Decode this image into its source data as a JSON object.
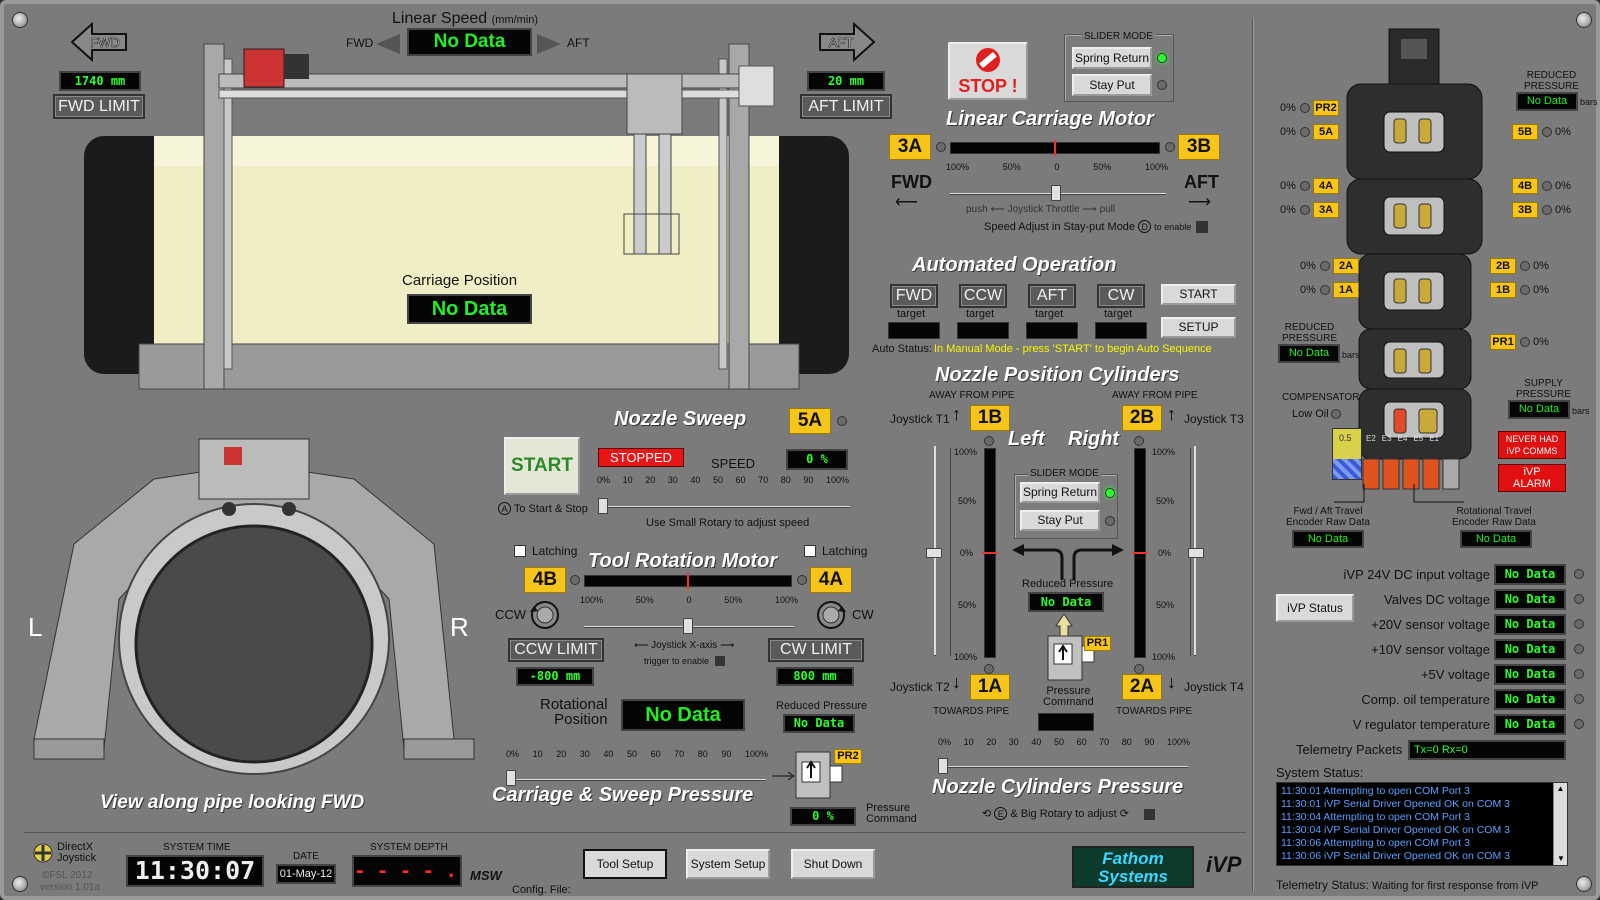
{
  "linear_speed": {
    "label": "Linear Speed",
    "unit": "(mm/min)",
    "fwd": "FWD",
    "aft": "AFT",
    "value": "No Data"
  },
  "fwd_pos": {
    "arrow": "FWD",
    "value": "1740 mm",
    "limit": "FWD LIMIT"
  },
  "aft_pos": {
    "arrow": "AFT",
    "value": "20 mm",
    "limit": "AFT LIMIT"
  },
  "carriage_position": {
    "label": "Carriage Position",
    "value": "No Data"
  },
  "pipe_view": {
    "caption": "View along pipe looking FWD",
    "left": "L",
    "right": "R"
  },
  "stop_button": "STOP !",
  "slider_mode_top": {
    "title": "SLIDER MODE",
    "spring": "Spring Return",
    "stay": "Stay Put"
  },
  "linear_motor": {
    "title": "Linear Carriage Motor",
    "left_tag": "3A",
    "right_tag": "3B",
    "scale": [
      "100%",
      "50%",
      "0",
      "50%",
      "100%"
    ],
    "fwd": "FWD",
    "aft": "AFT",
    "push": "push",
    "throttle": "Joystick Throttle",
    "pull": "pull",
    "speed_adjust": "Speed Adjust in Stay-put Mode",
    "enable_key": "D",
    "to_enable": "to enable"
  },
  "auto_op": {
    "title": "Automated Operation",
    "targets": [
      {
        "label": "FWD",
        "sub": "target"
      },
      {
        "label": "CCW",
        "sub": "target"
      },
      {
        "label": "AFT",
        "sub": "target"
      },
      {
        "label": "CW",
        "sub": "target"
      }
    ],
    "start": "START",
    "setup": "SETUP",
    "status_label": "Auto Status:",
    "status_text": "In Manual Mode - press 'START' to begin Auto Sequence"
  },
  "nozzle_sweep": {
    "title": "Nozzle Sweep",
    "tag": "5A",
    "start": "START",
    "state": "STOPPED",
    "speed_label": "SPEED",
    "speed_value": "0 %",
    "scale": [
      "0%",
      "10",
      "20",
      "30",
      "40",
      "50",
      "60",
      "70",
      "80",
      "90",
      "100%"
    ],
    "start_hint_key": "A",
    "start_hint": "To Start & Stop",
    "rotary_hint": "Use Small Rotary to adjust speed"
  },
  "tool_rotation": {
    "title": "Tool Rotation Motor",
    "latching": "Latching",
    "left_tag": "4B",
    "right_tag": "4A",
    "ccw": "CCW",
    "cw": "CW",
    "scale": [
      "100%",
      "50%",
      "0",
      "50%",
      "100%"
    ],
    "ccw_limit": "CCW LIMIT",
    "cw_limit": "CW LIMIT",
    "ccw_value": "-800 mm",
    "cw_value": "800 mm",
    "joystick": "Joystick X-axis",
    "trigger": "trigger to enable"
  },
  "rotational_position": {
    "label1": "Rotational",
    "label2": "Position",
    "value": "No Data"
  },
  "reduced_pressure_bottom": {
    "label": "Reduced Pressure",
    "value": "No Data",
    "tag": "PR2"
  },
  "carriage_sweep_pressure": {
    "title": "Carriage & Sweep Pressure",
    "scale": [
      "0%",
      "10",
      "20",
      "30",
      "40",
      "50",
      "60",
      "70",
      "80",
      "90",
      "100%"
    ],
    "value": "0 %",
    "cmd1": "Pressure",
    "cmd2": "Command"
  },
  "nozzle_cylinders": {
    "title": "Nozzle Position Cylinders",
    "away": "AWAY FROM PIPE",
    "towards": "TOWARDS PIPE",
    "t1": "Joystick T1",
    "t2": "Joystick T2",
    "t3": "Joystick T3",
    "t4": "Joystick T4",
    "tag_1b": "1B",
    "tag_2b": "2B",
    "tag_1a": "1A",
    "tag_2a": "2A",
    "left": "Left",
    "right": "Right",
    "vscale": [
      "100%",
      "50%",
      "0%",
      "50%",
      "100%"
    ],
    "slider_mode": "SLIDER MODE",
    "spring": "Spring Return",
    "stay": "Stay Put",
    "reduced": "Reduced Pressure",
    "reduced_value": "No Data",
    "pr1": "PR1",
    "press_cmd1": "Pressure",
    "press_cmd2": "Command"
  },
  "nozzle_cyl_pressure": {
    "title": "Nozzle Cylinders Pressure",
    "scale": [
      "0%",
      "10",
      "20",
      "30",
      "40",
      "50",
      "60",
      "70",
      "80",
      "90",
      "100%"
    ],
    "hint_key": "E",
    "hint": "& Big Rotary to adjust"
  },
  "bottom": {
    "directx": "DirectX",
    "joystick": "Joystick",
    "copyright": "©FSL 2012",
    "version": "version 1.01a",
    "system_time_label": "SYSTEM TIME",
    "system_time": "11:30:07",
    "date_label": "DATE",
    "date": "01-May-12",
    "depth_label": "SYSTEM DEPTH",
    "depth": "- - - - .-",
    "msw": "MSW",
    "tool_setup": "Tool Setup",
    "system_setup": "System Setup",
    "shut_down": "Shut Down",
    "config_file": "Config. File:",
    "logo1": "Fathom",
    "logo2": "Systems",
    "ivp": "iVP"
  },
  "valves": {
    "reduced_top": "REDUCED",
    "pressure_top": "PRESSURE",
    "top_value": "No Data",
    "bars": "bars",
    "left": [
      {
        "pct": "0%",
        "tag": "PR2"
      },
      {
        "pct": "0%",
        "tag": "5A"
      },
      {
        "pct": "0%",
        "tag": "4A"
      },
      {
        "pct": "0%",
        "tag": "3A"
      },
      {
        "pct": "0%",
        "tag": "2A"
      },
      {
        "pct": "0%",
        "tag": "1A"
      }
    ],
    "right": [
      {
        "pct": "0%",
        "tag": "5B"
      },
      {
        "pct": "0%",
        "tag": "4B"
      },
      {
        "pct": "0%",
        "tag": "3B"
      },
      {
        "pct": "0%",
        "tag": "2B"
      },
      {
        "pct": "0%",
        "tag": "1B"
      },
      {
        "pct": "0%",
        "tag": "PR1"
      }
    ],
    "reduced_mid": "REDUCED",
    "pressure_mid": "PRESSURE",
    "mid_value": "No Data",
    "supply1": "SUPPLY",
    "supply2": "PRESSURE",
    "supply_value": "No Data",
    "compensator": "COMPENSATOR",
    "low_oil": "Low Oil",
    "comp_level": "0.5",
    "never_had1": "NEVER HAD",
    "never_had2": "iVP COMMS",
    "alarm1": "iVP",
    "alarm2": "ALARM",
    "encoders": [
      "E2",
      "E3",
      "E4",
      "E5",
      "E1"
    ],
    "fwd_enc1": "Fwd / Aft Travel",
    "fwd_enc2": "Encoder Raw Data",
    "fwd_enc_value": "No Data",
    "rot_enc1": "Rotational Travel",
    "rot_enc2": "Encoder Raw Data",
    "rot_enc_value": "No Data"
  },
  "telemetry": {
    "ivp_status": "iVP Status",
    "rows": [
      {
        "label": "iVP 24V DC input voltage",
        "value": "No Data"
      },
      {
        "label": "Valves DC voltage",
        "value": "No Data"
      },
      {
        "label": "+20V sensor voltage",
        "value": "No Data"
      },
      {
        "label": "+10V sensor voltage",
        "value": "No Data"
      },
      {
        "label": "+5V voltage",
        "value": "No Data"
      },
      {
        "label": "Comp. oil temperature",
        "value": "No Data"
      },
      {
        "label": "V regulator temperature",
        "value": "No Data"
      }
    ],
    "packets_label": "Telemetry Packets",
    "packets_value": "Tx=0  Rx=0",
    "system_status_label": "System Status:",
    "log": [
      "11:30:01  Attempting to open COM Port  3",
      "11:30:01  iVP Serial Driver Opened OK on COM 3",
      "11:30:04  Attempting to open COM Port  3",
      "11:30:04  iVP Serial Driver Opened OK on COM 3",
      "11:30:06  Attempting to open COM Port  3",
      "11:30:06  iVP Serial Driver Opened OK on COM 3"
    ],
    "status_label": "Telemetry Status:",
    "status_text": "Waiting for first response from iVP"
  },
  "colors": {
    "panel": "#7b7b7b",
    "lcd_green": "#2bff2b",
    "tag_yellow": "#f7c51a",
    "stop_red": "#e02020",
    "alarm_red": "#e01010",
    "pipe_cream": "#f0eec4"
  }
}
